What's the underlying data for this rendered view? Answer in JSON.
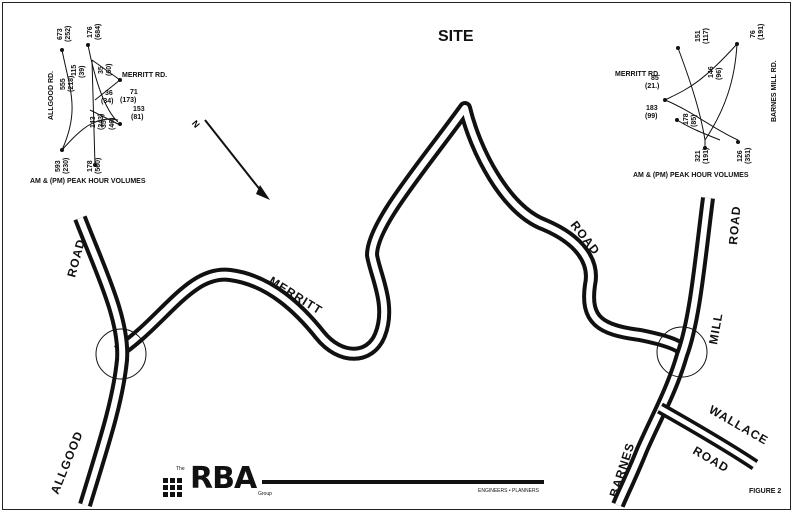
{
  "title": "SITE",
  "roads": {
    "merritt": "MERRITT",
    "road_left": "ROAD",
    "road_right": "ROAD",
    "allgood": "ALLGOOD",
    "mill": "MILL",
    "road_mill": "ROAD",
    "wallace": "WALLACE",
    "road_wallace": "ROAD",
    "barnes": "BARNES"
  },
  "left_inset": {
    "merritt_label": "MERRITT RD.",
    "allgood_label": "ALLGOOD RD.",
    "caption": "AM & (PM) PEAK HOUR VOLUMES",
    "volumes": {
      "v1": "673",
      "v1p": "(252)",
      "v2": "176",
      "v2p": "(684)",
      "v3": "555",
      "v3p": "(218)",
      "v4": "115",
      "v4p": "(39)",
      "v5": "35",
      "v5p": "(60)",
      "v6": "71",
      "v6p": "(173)",
      "v7": "36",
      "v7p": "(34)",
      "v8": "143",
      "v8p": "(343)",
      "v9": "153",
      "v9p": "(81)",
      "v10": "35",
      "v10p": "(46)",
      "v11": "593",
      "v11p": "(230)",
      "v12": "178",
      "v12p": "(560)"
    }
  },
  "right_inset": {
    "merritt_label": "MERRITT RD.",
    "barnes_label": "BARNES MILL RD.",
    "caption": "AM & (PM) PEAK HOUR VOLUMES",
    "volumes": {
      "v1": "151",
      "v1p": "(117)",
      "v2": "76",
      "v2p": "(191)",
      "v3": "85",
      "v3p": "(21.)",
      "v4": "146",
      "v4p": "(96)",
      "v5": "183",
      "v5p": "(99)",
      "v6": "178",
      "v6p": "(85)",
      "v7": "321",
      "v7p": "(191)",
      "v8": "126",
      "v8p": "(351)"
    }
  },
  "logo": {
    "the": "The",
    "name": "RBA",
    "group": "Group",
    "tagline": "ENGINEERS • PLANNERS"
  },
  "figure": "FIGURE 2"
}
